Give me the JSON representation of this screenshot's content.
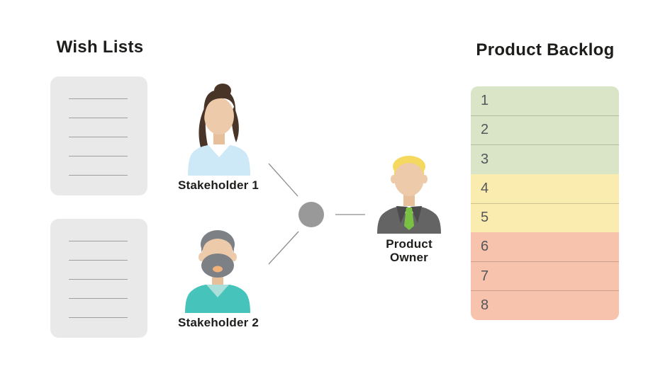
{
  "diagram": {
    "wish_lists": {
      "title": "Wish Lists",
      "documents": [
        {
          "name": "wish-list-1",
          "line_count": 5
        },
        {
          "name": "wish-list-2",
          "line_count": 5
        }
      ]
    },
    "stakeholders": [
      {
        "label": "Stakeholder 1"
      },
      {
        "label": "Stakeholder 2"
      }
    ],
    "product_owner": {
      "label_lines": [
        "Product",
        "Owner"
      ]
    },
    "product_backlog": {
      "title": "Product Backlog",
      "items": [
        {
          "number": "1",
          "color": "#d9e5c6"
        },
        {
          "number": "2",
          "color": "#d9e5c6"
        },
        {
          "number": "3",
          "color": "#d9e5c6"
        },
        {
          "number": "4",
          "color": "#faecae"
        },
        {
          "number": "5",
          "color": "#faecae"
        },
        {
          "number": "6",
          "color": "#f7c3ad"
        },
        {
          "number": "7",
          "color": "#f7c3ad"
        },
        {
          "number": "8",
          "color": "#f7c3ad"
        }
      ]
    }
  },
  "colors": {
    "background": "#ffffff",
    "document_bg": "#e9e9e9",
    "document_line": "#9f9f9f",
    "hub": "#999999",
    "connector": "#8c8c8c",
    "title_text": "#1d1d1b",
    "row_number_text": "#55565a",
    "priority_green": "#d9e5c6",
    "priority_yellow": "#faecae",
    "priority_red": "#f7c3ad"
  }
}
